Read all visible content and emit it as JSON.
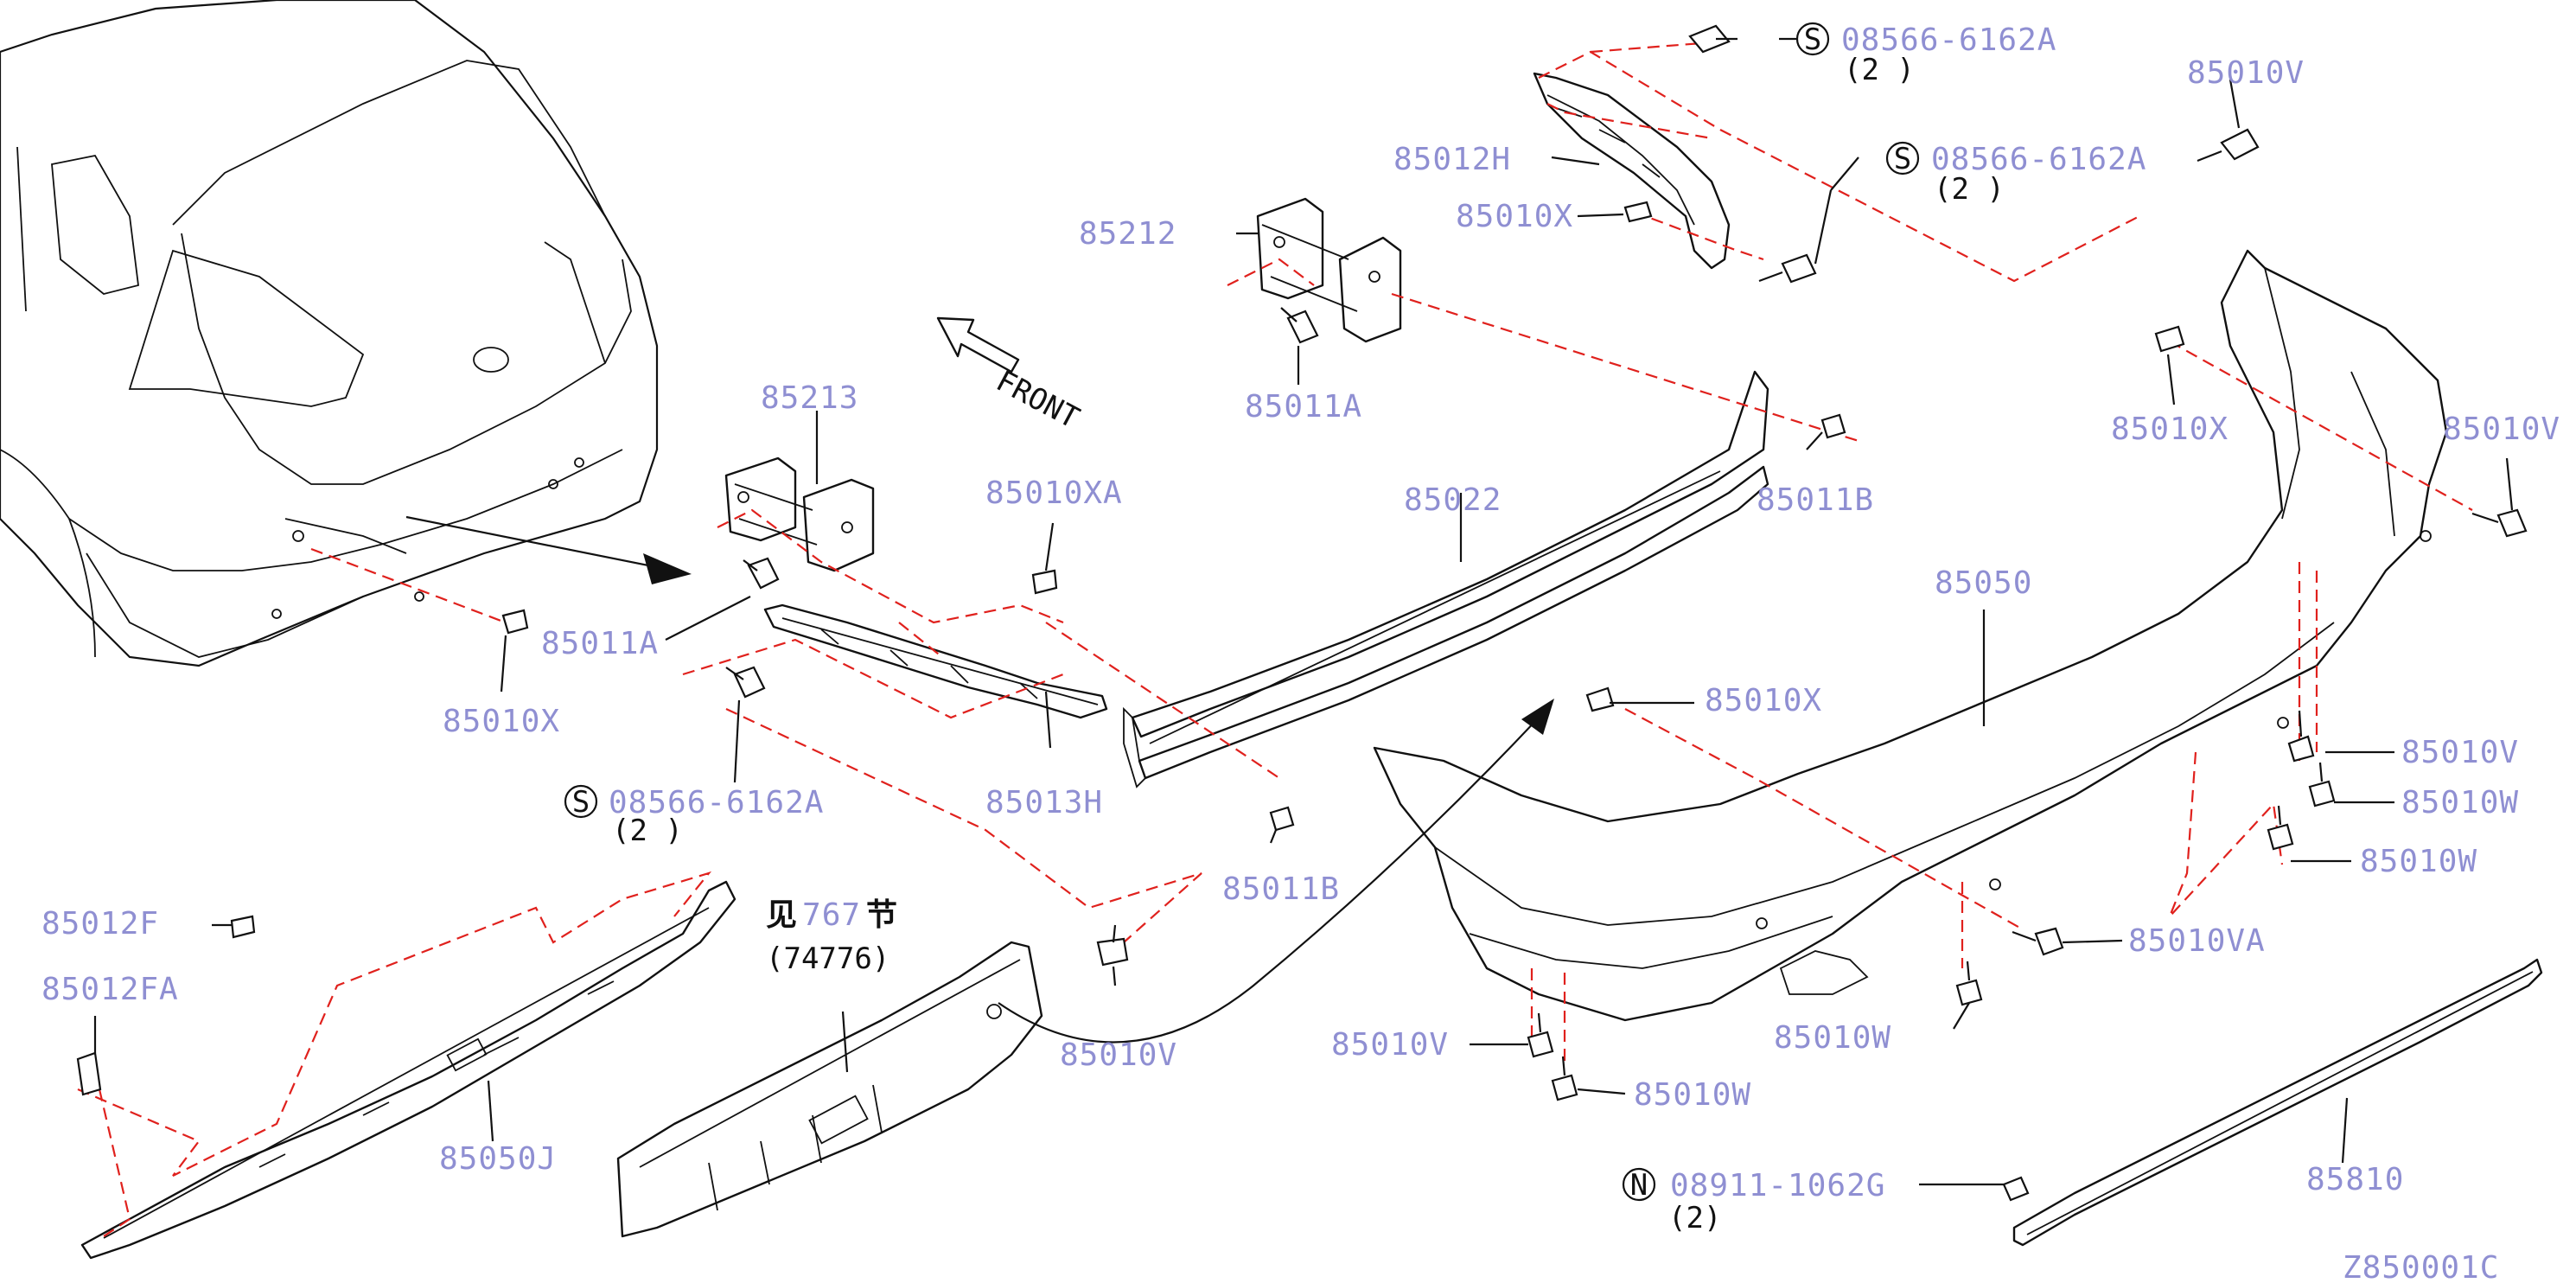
{
  "labels": {
    "p85012h": "85012H",
    "p85010x_top": "85010X",
    "p85212": "85212",
    "p85011a_top": "85011A",
    "p85010v_topright": "85010V",
    "p08566_top1": "08566-6162A",
    "p08566_top1_qty": "(2 )",
    "p08566_top2": "08566-6162A",
    "p08566_top2_qty": "(2 )",
    "p85213": "85213",
    "p85010xa": "85010XA",
    "p85022": "85022",
    "p85011b_top": "85011B",
    "p85010x_right": "85010X",
    "p85010v_right": "85010V",
    "p85050": "85050",
    "p85011a_left": "85011A",
    "p85010x_left": "85010X",
    "p85013h": "85013H",
    "p08566_left": "08566-6162A",
    "p08566_left_qty": "(2 )",
    "p85011b_bottom": "85011B",
    "p85010x_mid": "85010X",
    "p85010v_r2": "85010V",
    "p85010w_r1": "85010W",
    "p85010w_r2": "85010W",
    "p85010va": "85010VA",
    "p85012f": "85012F",
    "p85012fa": "85012FA",
    "p85050j": "85050J",
    "p85010v_center": "85010V",
    "p85010v_bottom": "85010V",
    "p85010w_bottom": "85010W",
    "p85010w_center": "85010W",
    "p08911": "08911-1062G",
    "p08911_qty": "(2)",
    "p85810": "85810",
    "front": "FRONT",
    "ref_prefix": "见",
    "ref_section": "767",
    "ref_suffix": "节",
    "ref_part": "(74776)",
    "circle_s": "S",
    "circle_n": "N",
    "code": "Z850001C"
  },
  "colors": {
    "label": "#8f8fd2",
    "dashed_lines": "#e0211d",
    "outline": "#111111",
    "background": "#ffffff"
  }
}
